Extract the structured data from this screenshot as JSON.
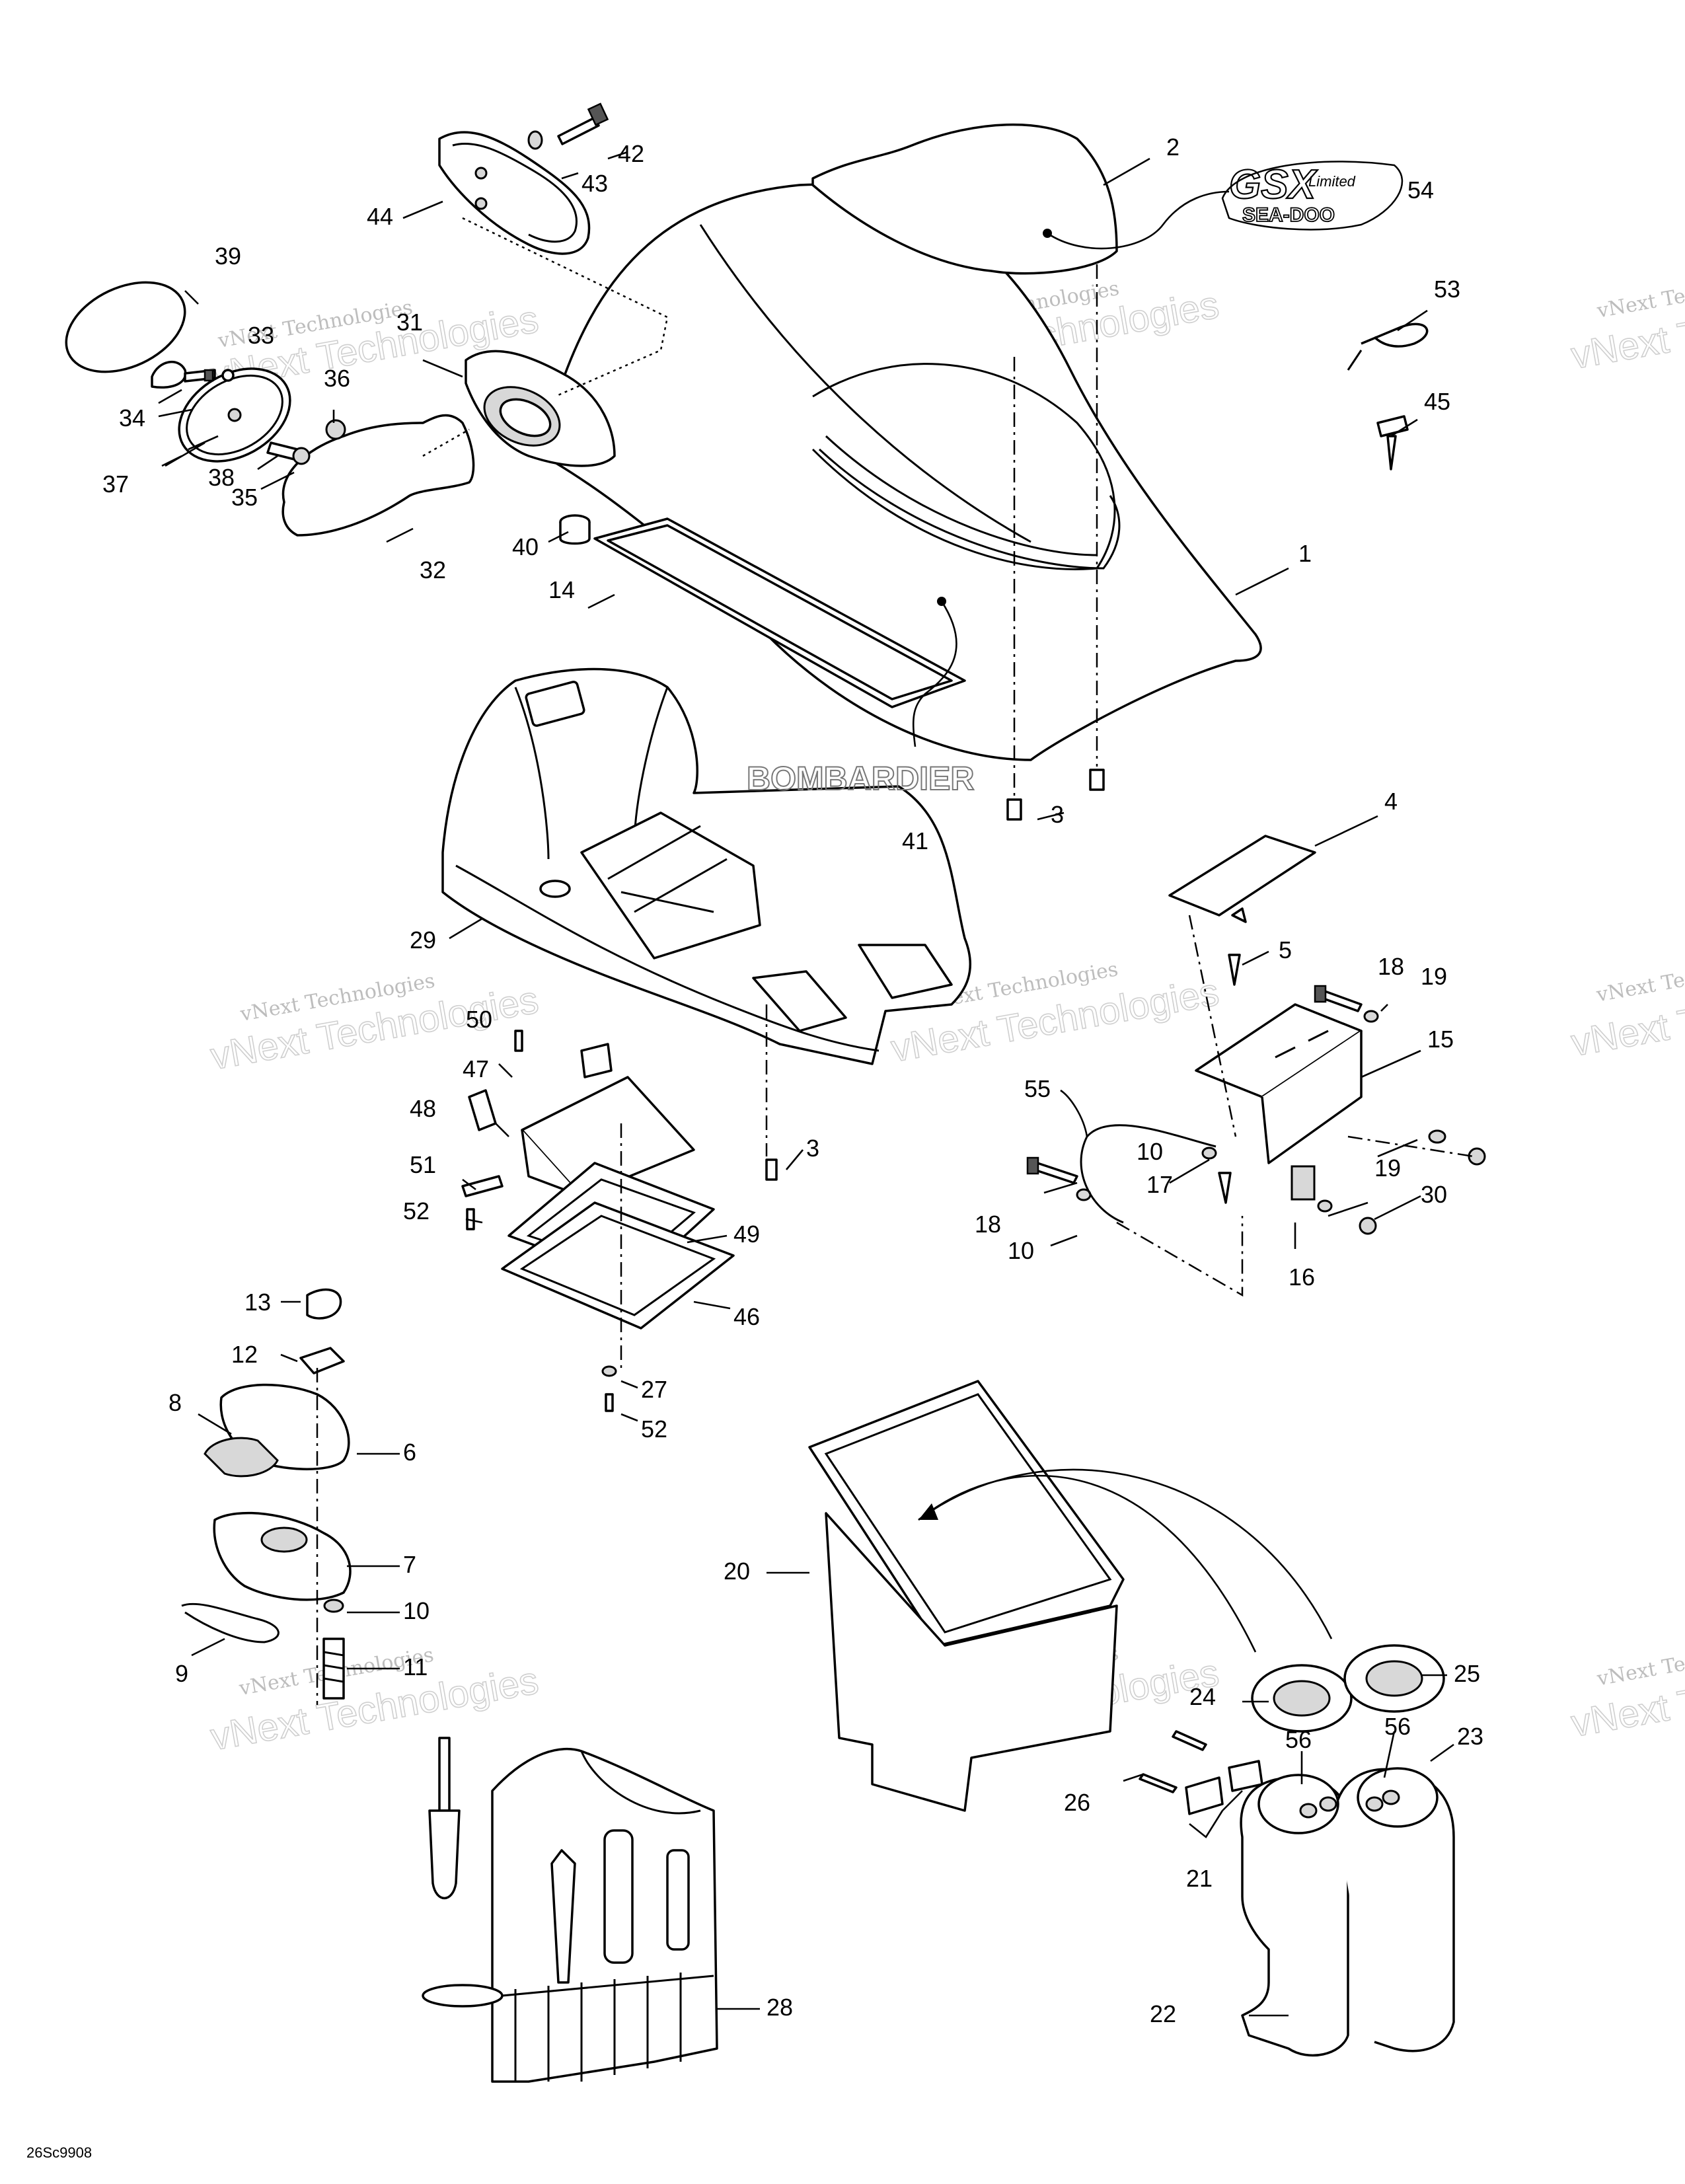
{
  "diagram": {
    "reference_code": "26Sc9908",
    "brand_watermark": "BOMBARDIER",
    "watermark_text_line1": "vNext Technologies",
    "watermark_text_line2": "vNext Technologies",
    "logo": {
      "line1": "GSX",
      "line2": "Limited",
      "line3": "SEA-DOO"
    }
  },
  "callouts": [
    {
      "id": "c1",
      "label": "1"
    },
    {
      "id": "c2",
      "label": "2"
    },
    {
      "id": "c3a",
      "label": "3"
    },
    {
      "id": "c3b",
      "label": "3"
    },
    {
      "id": "c4",
      "label": "4"
    },
    {
      "id": "c5",
      "label": "5"
    },
    {
      "id": "c6",
      "label": "6"
    },
    {
      "id": "c7",
      "label": "7"
    },
    {
      "id": "c8",
      "label": "8"
    },
    {
      "id": "c9",
      "label": "9"
    },
    {
      "id": "c10a",
      "label": "10"
    },
    {
      "id": "c10b",
      "label": "10"
    },
    {
      "id": "c10c",
      "label": "10"
    },
    {
      "id": "c11",
      "label": "11"
    },
    {
      "id": "c12",
      "label": "12"
    },
    {
      "id": "c13",
      "label": "13"
    },
    {
      "id": "c14",
      "label": "14"
    },
    {
      "id": "c15",
      "label": "15"
    },
    {
      "id": "c16",
      "label": "16"
    },
    {
      "id": "c17",
      "label": "17"
    },
    {
      "id": "c18a",
      "label": "18"
    },
    {
      "id": "c18b",
      "label": "18"
    },
    {
      "id": "c19a",
      "label": "19"
    },
    {
      "id": "c19b",
      "label": "19"
    },
    {
      "id": "c20",
      "label": "20"
    },
    {
      "id": "c21",
      "label": "21"
    },
    {
      "id": "c22",
      "label": "22"
    },
    {
      "id": "c23",
      "label": "23"
    },
    {
      "id": "c24",
      "label": "24"
    },
    {
      "id": "c25",
      "label": "25"
    },
    {
      "id": "c26",
      "label": "26"
    },
    {
      "id": "c27",
      "label": "27"
    },
    {
      "id": "c28",
      "label": "28"
    },
    {
      "id": "c29",
      "label": "29"
    },
    {
      "id": "c30",
      "label": "30"
    },
    {
      "id": "c31",
      "label": "31"
    },
    {
      "id": "c32",
      "label": "32"
    },
    {
      "id": "c33",
      "label": "33"
    },
    {
      "id": "c34",
      "label": "34"
    },
    {
      "id": "c35",
      "label": "35"
    },
    {
      "id": "c36",
      "label": "36"
    },
    {
      "id": "c37",
      "label": "37"
    },
    {
      "id": "c38",
      "label": "38"
    },
    {
      "id": "c39",
      "label": "39"
    },
    {
      "id": "c40",
      "label": "40"
    },
    {
      "id": "c41",
      "label": "41"
    },
    {
      "id": "c42",
      "label": "42"
    },
    {
      "id": "c43",
      "label": "43"
    },
    {
      "id": "c44",
      "label": "44"
    },
    {
      "id": "c45",
      "label": "45"
    },
    {
      "id": "c46",
      "label": "46"
    },
    {
      "id": "c47",
      "label": "47"
    },
    {
      "id": "c48",
      "label": "48"
    },
    {
      "id": "c49",
      "label": "49"
    },
    {
      "id": "c50",
      "label": "50"
    },
    {
      "id": "c51",
      "label": "51"
    },
    {
      "id": "c52a",
      "label": "52"
    },
    {
      "id": "c52b",
      "label": "52"
    },
    {
      "id": "c53",
      "label": "53"
    },
    {
      "id": "c54",
      "label": "54"
    },
    {
      "id": "c55",
      "label": "55"
    },
    {
      "id": "c56a",
      "label": "56"
    },
    {
      "id": "c56b",
      "label": "56"
    }
  ]
}
